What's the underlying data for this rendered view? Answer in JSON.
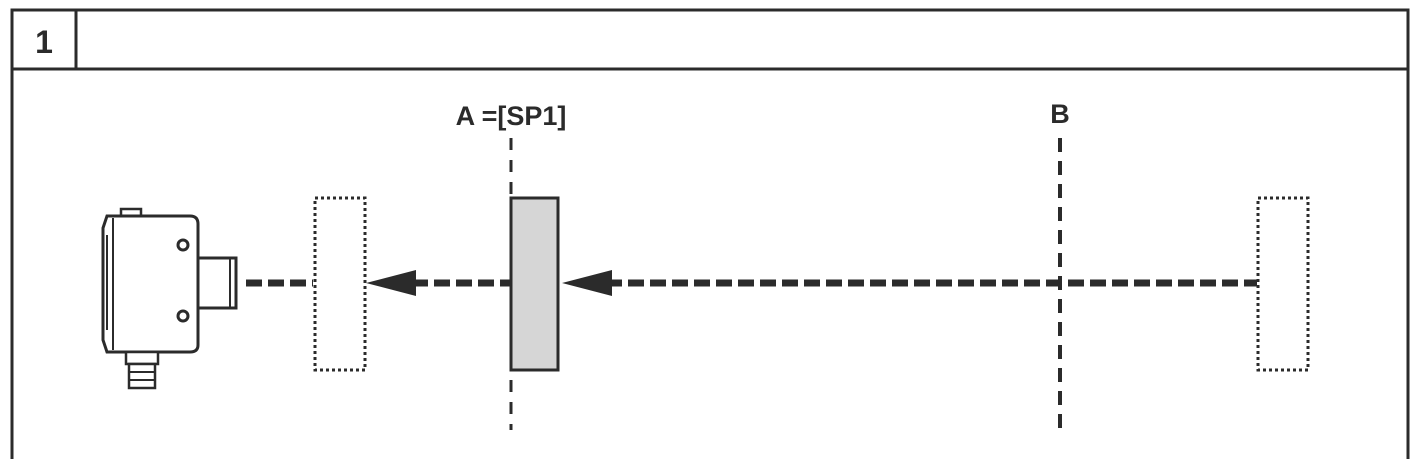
{
  "header": {
    "step_number": "1",
    "title": ""
  },
  "labels": {
    "line_a": "A =[SP1]",
    "line_b": "B"
  },
  "colors": {
    "stroke": "#2b2b2b",
    "target_fill": "#d6d6d6",
    "background": "#ffffff"
  },
  "icons": {
    "sensor": "photoelectric-sensor-icon",
    "arrow": "arrow-left-icon"
  }
}
